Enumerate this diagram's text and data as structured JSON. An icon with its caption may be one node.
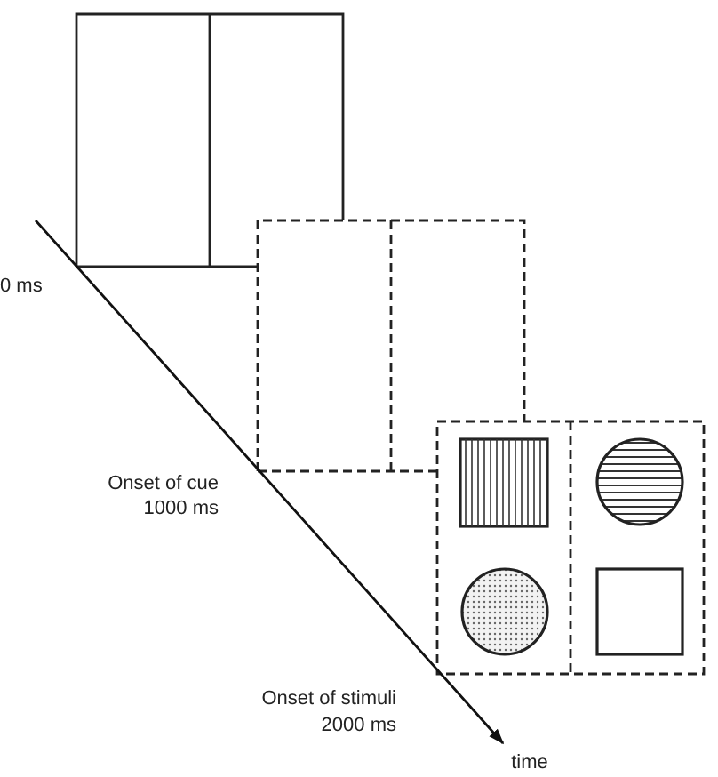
{
  "diagram": {
    "labels": [
      "0 ms",
      "Onset of cue",
      "1000 ms",
      "Onset of stimuli",
      "2000 ms",
      "time"
    ]
  }
}
